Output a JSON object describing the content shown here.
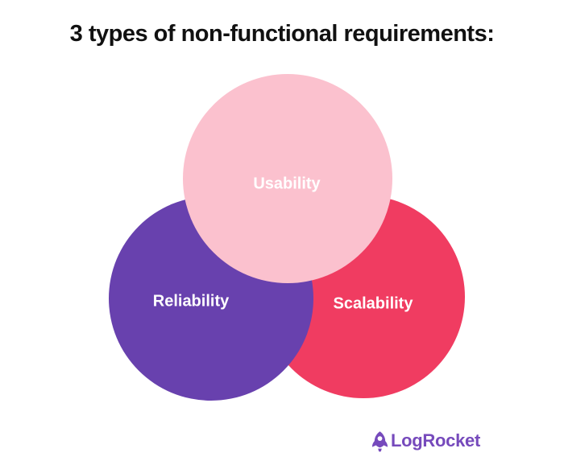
{
  "title": "3 types of non-functional requirements:",
  "title_color": "#111111",
  "background": "#FFFFFF",
  "diagram": {
    "type": "venn",
    "label_text_color": "#FFFFFF",
    "circles": [
      {
        "id": "usability",
        "label": "Usability",
        "color": "#FBC1CE",
        "position": "top-center"
      },
      {
        "id": "reliability",
        "label": "Reliability",
        "color": "#6841AE",
        "position": "bottom-left"
      },
      {
        "id": "scalability",
        "label": "Scalability",
        "color": "#F03C61",
        "position": "bottom-right"
      }
    ]
  },
  "footer": {
    "logo_icon": "rocket-icon",
    "logo_text": "LogRocket",
    "logo_color": "#764ABC"
  }
}
